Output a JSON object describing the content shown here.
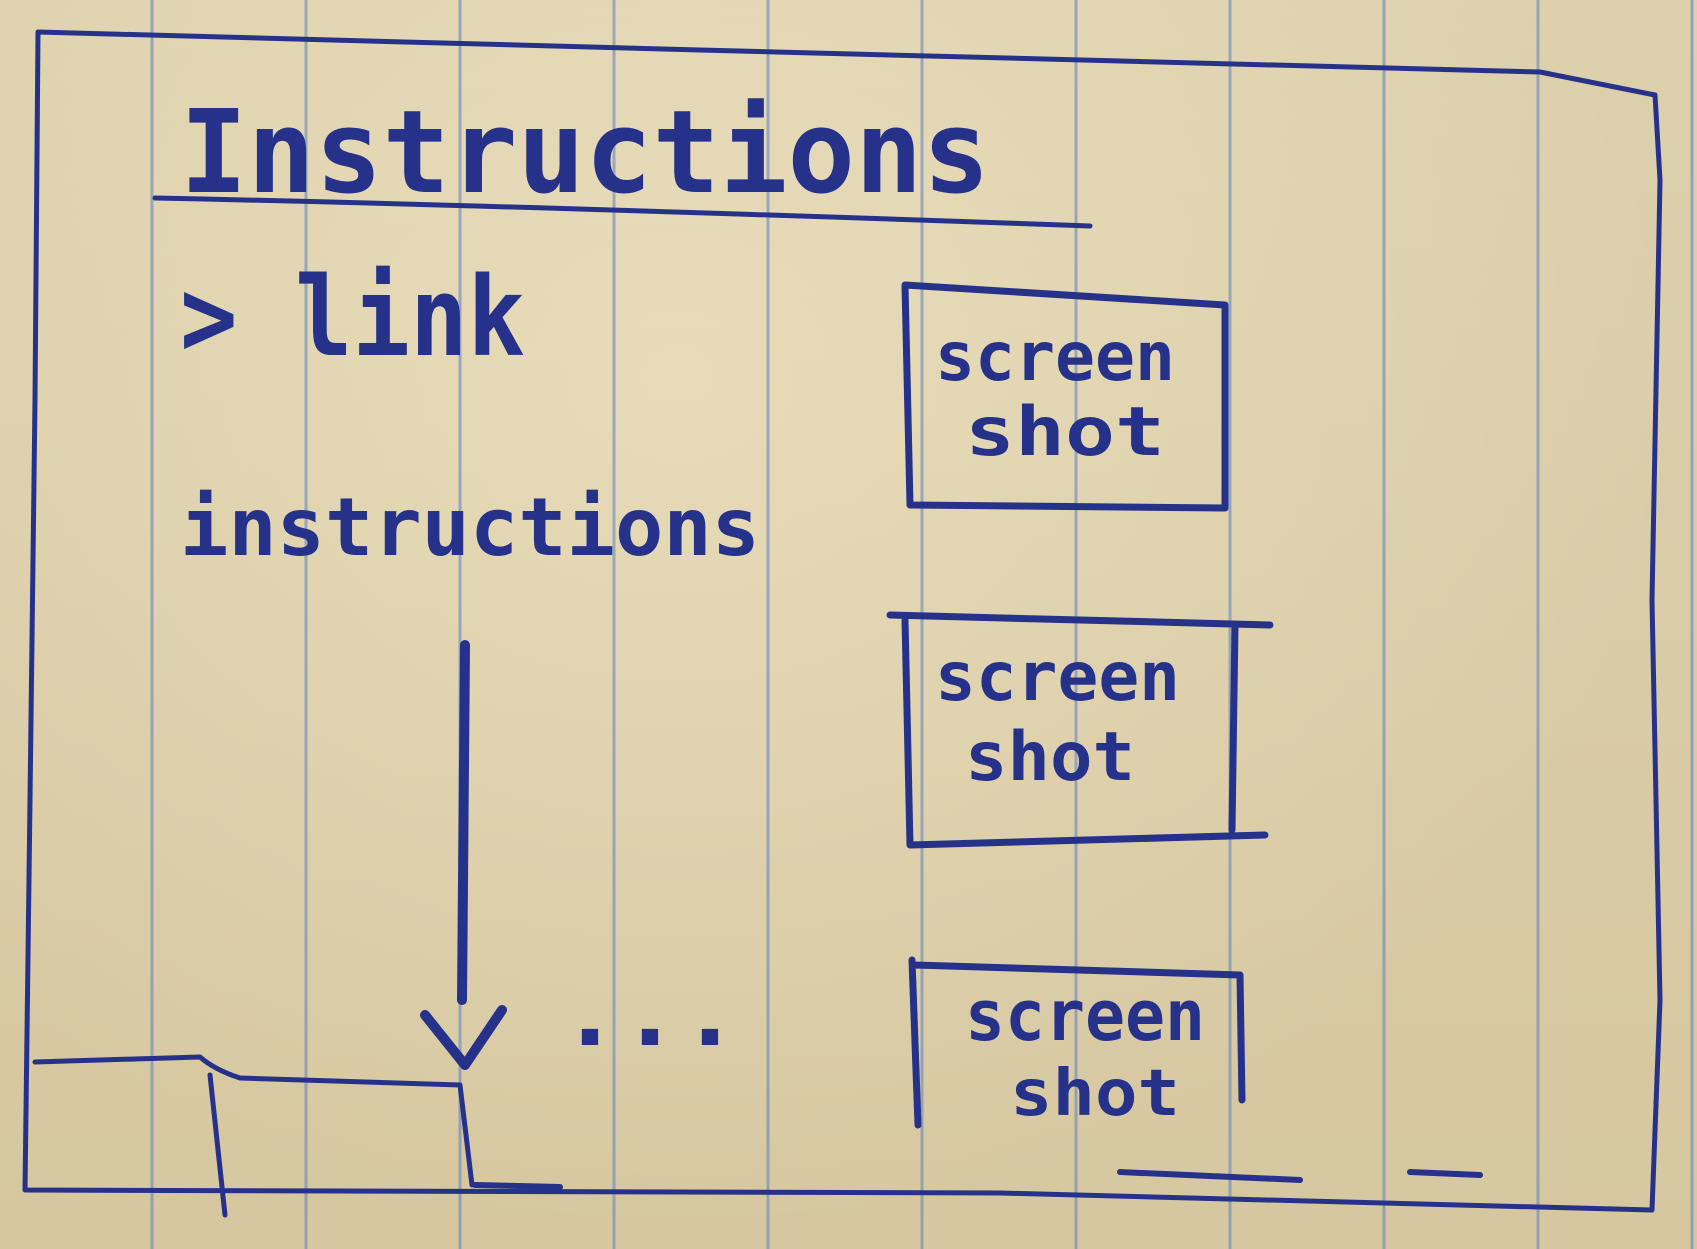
{
  "heading": "Instructions",
  "link_label": "> link",
  "instructions_label": "instructions",
  "ellipsis": "...",
  "screenshots": [
    {
      "line1": "screen",
      "line2": "shot"
    },
    {
      "line1": "screen",
      "line2": "shot"
    },
    {
      "line1": "screen",
      "line2": "shot"
    }
  ],
  "colors": {
    "ink": "#26328a",
    "paper": "#d9cba6",
    "grid": "#5a82be"
  }
}
